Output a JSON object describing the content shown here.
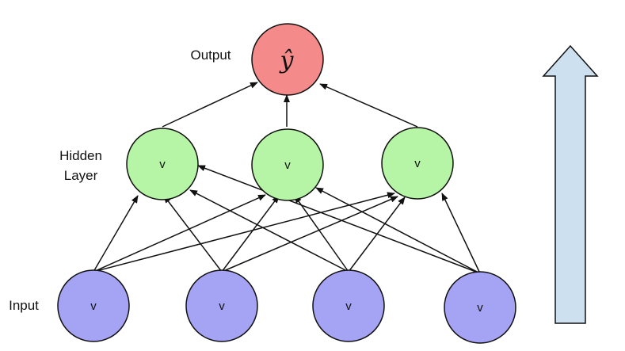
{
  "labels": {
    "output": "Output",
    "hidden": [
      "Hidden",
      "Layer"
    ],
    "input": "Input"
  },
  "nodes": {
    "output": {
      "text": "ŷ"
    },
    "hidden": [
      {
        "text": "v"
      },
      {
        "text": "v"
      },
      {
        "text": "v"
      }
    ],
    "input": [
      {
        "text": "v"
      },
      {
        "text": "v"
      },
      {
        "text": "v"
      },
      {
        "text": "v"
      }
    ]
  },
  "colors": {
    "output_fill": "#f48a8a",
    "hidden_fill": "#b5f5a5",
    "input_fill": "#a5a3f3",
    "arrow_fill": "#cce0ef",
    "stroke": "#111111"
  },
  "icons": {
    "direction": "up-arrow-icon"
  }
}
